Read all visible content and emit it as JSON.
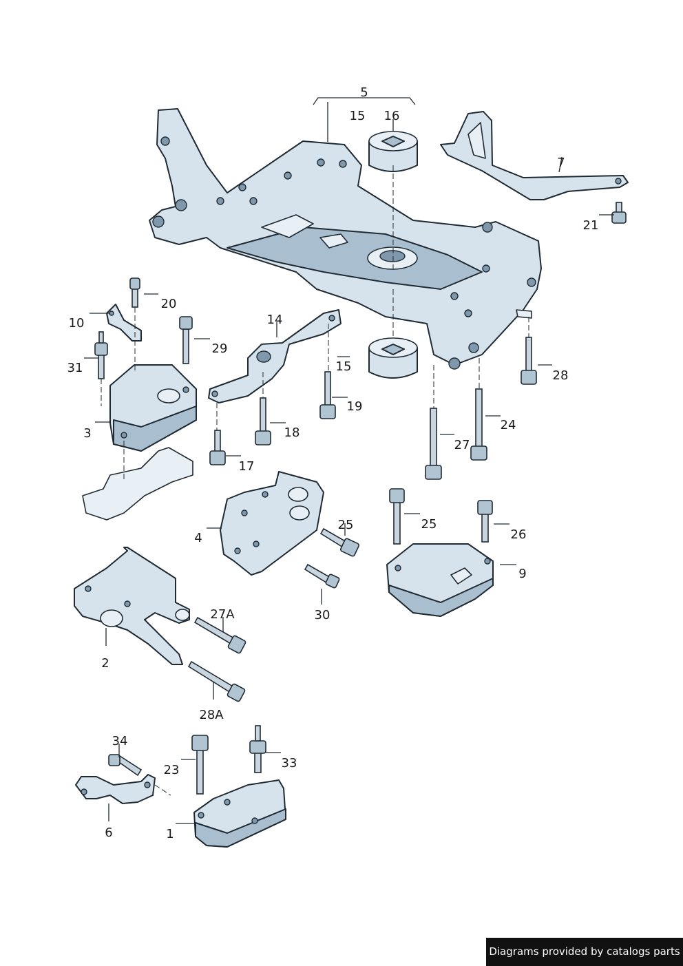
{
  "callouts": {
    "c5": "5",
    "c15a": "15",
    "c16": "16",
    "c7": "7",
    "c21": "21",
    "c20": "20",
    "c10": "10",
    "c14": "14",
    "c29": "29",
    "c31": "31",
    "c15b": "15",
    "c28": "28",
    "c3": "3",
    "c19": "19",
    "c18": "18",
    "c24": "24",
    "c27": "27",
    "c17": "17",
    "c25a": "25",
    "c25b": "25",
    "c4": "4",
    "c26": "26",
    "c9": "9",
    "c27A": "27A",
    "c30": "30",
    "c2": "2",
    "c28A": "28A",
    "c34": "34",
    "c23": "23",
    "c33": "33",
    "c6": "6",
    "c1": "1"
  },
  "footer": {
    "credit": "Diagrams provided by catalogs parts"
  },
  "colors": {
    "part_fill": "#d6e3ec",
    "outline": "#1f2a33",
    "footer_bg": "#111111"
  }
}
